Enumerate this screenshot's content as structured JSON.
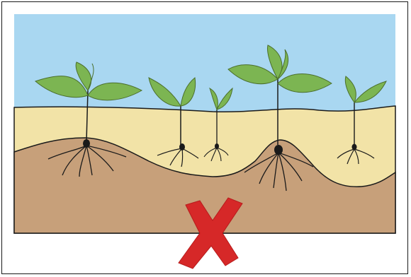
{
  "figure": {
    "kind": "illustration",
    "elements": [
      "sky",
      "topsoil",
      "subsoil",
      "seedling-1",
      "seedling-2",
      "seedling-3",
      "seedling-4",
      "seedling-5",
      "wrong-mark"
    ]
  },
  "colors": {
    "sky": "#a9d7f1",
    "topsoil": "#f2e3a7",
    "subsoil": "#c7a07a",
    "leaf": "#7cb552",
    "leaf_dark": "#5e8f3b",
    "outline": "#1a1a1a",
    "cross": "#d62828"
  },
  "icons": {
    "cross": "x-mark-icon"
  }
}
